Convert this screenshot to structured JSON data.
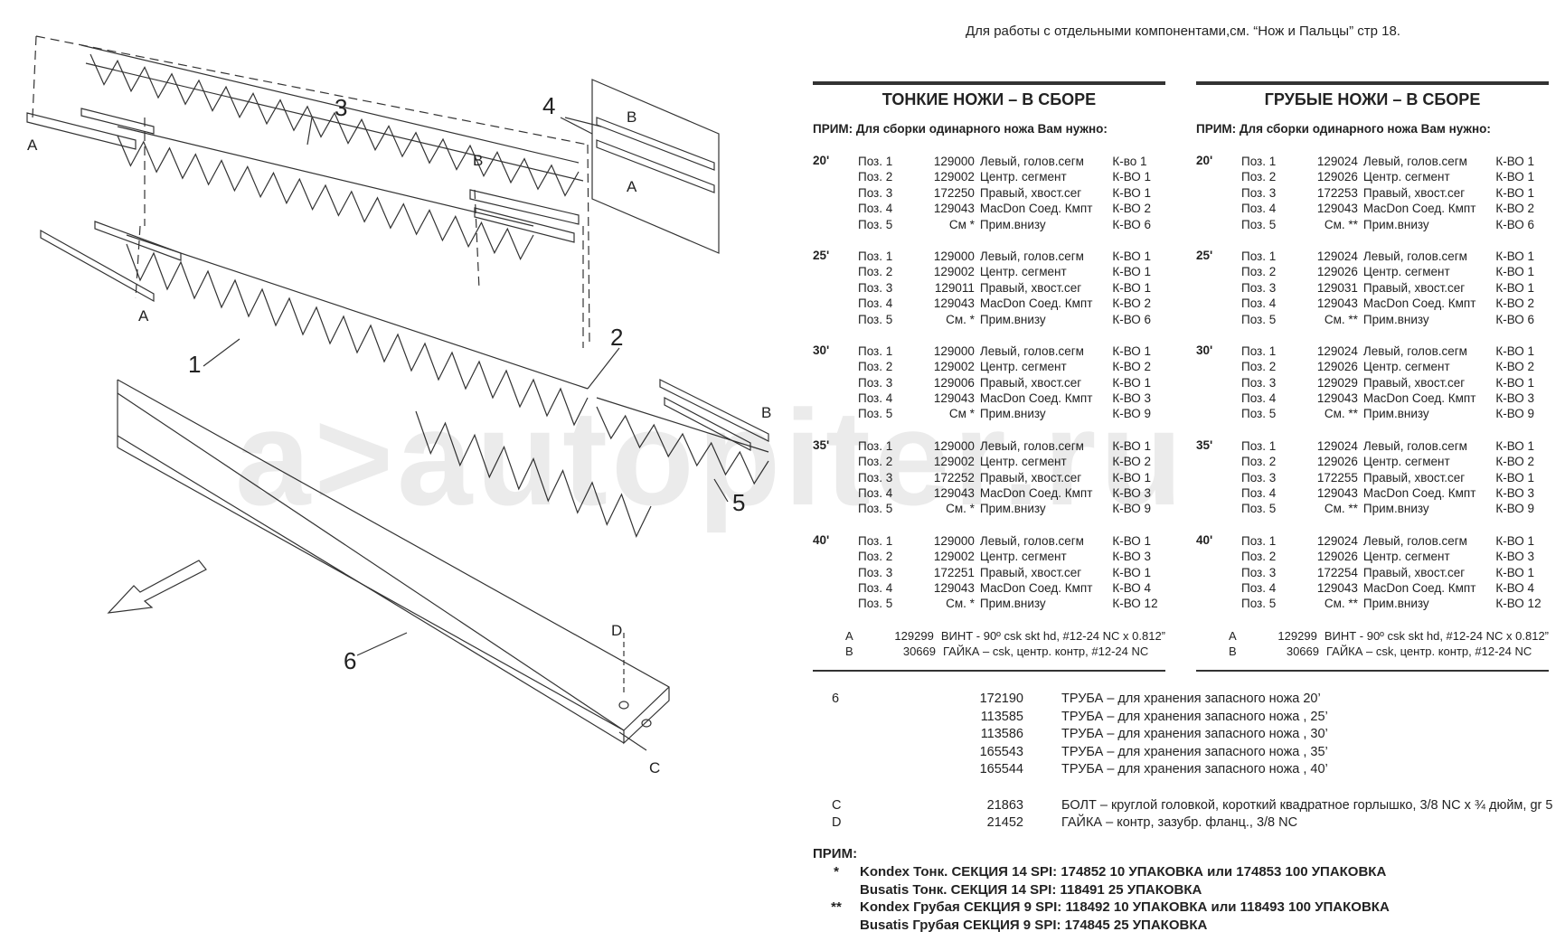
{
  "header_note": "Для работы с отдельными компонентами,см. “Нож и Пальцы” стр 18.",
  "diagram": {
    "callouts": [
      "1",
      "2",
      "3",
      "4",
      "5",
      "6"
    ],
    "letters": {
      "a": "A",
      "b": "B",
      "c": "C",
      "d": "D"
    }
  },
  "watermark": "a>autopiter.ru",
  "left_panel": {
    "title": "ТОНКИЕ НОЖИ – В СБОРЕ",
    "note": "ПРИМ: Для сборки одинарного ножа Вам нужно:",
    "groups": [
      {
        "size": "20'",
        "rows": [
          {
            "pos": "Поз. 1",
            "part": "129000",
            "desc": "Левый, голов.сегм",
            "qty": "К-во  1"
          },
          {
            "pos": "Поз. 2",
            "part": "129002",
            "desc": "Центр. сегмент",
            "qty": "К-ВО 1"
          },
          {
            "pos": "Поз. 3",
            "part": "172250",
            "desc": "Правый, хвост.сег",
            "qty": "К-ВО 1"
          },
          {
            "pos": "Поз. 4",
            "part": "129043",
            "desc": "MacDon Соед. Кмпт",
            "qty": "К-ВО 2"
          },
          {
            "pos": "Поз. 5",
            "part": "См  *",
            "desc": "Прим.внизу",
            "qty": "К-ВО 6"
          }
        ]
      },
      {
        "size": "25'",
        "rows": [
          {
            "pos": "Поз. 1",
            "part": "129000",
            "desc": "Левый, голов.сегм",
            "qty": "К-ВО 1"
          },
          {
            "pos": "Поз. 2",
            "part": "129002",
            "desc": "Центр. сегмент",
            "qty": "К-ВО 1"
          },
          {
            "pos": "Поз. 3",
            "part": "129011",
            "desc": "Правый, хвост.сег",
            "qty": "К-ВО 1"
          },
          {
            "pos": "Поз. 4",
            "part": "129043",
            "desc": "MacDon Соед. Кмпт",
            "qty": "К-ВО 2"
          },
          {
            "pos": "Поз. 5",
            "part": "См.  *",
            "desc": "Прим.внизу",
            "qty": "К-ВО 6"
          }
        ]
      },
      {
        "size": "30'",
        "rows": [
          {
            "pos": "Поз. 1",
            "part": "129000",
            "desc": "Левый, голов.сегм",
            "qty": "К-ВО 1"
          },
          {
            "pos": "Поз. 2",
            "part": "129002",
            "desc": "Центр. сегмент",
            "qty": "К-ВО 2"
          },
          {
            "pos": "Поз. 3",
            "part": "129006",
            "desc": "Правый, хвост.сег",
            "qty": "К-ВО 1"
          },
          {
            "pos": "Поз. 4",
            "part": "129043",
            "desc": "MacDon Соед. Кмпт",
            "qty": "К-ВО 3"
          },
          {
            "pos": "Поз. 5",
            "part": "См  *",
            "desc": "Прим.внизу",
            "qty": "К-ВО 9"
          }
        ]
      },
      {
        "size": "35'",
        "rows": [
          {
            "pos": "Поз. 1",
            "part": "129000",
            "desc": "Левый, голов.сегм",
            "qty": "К-ВО 1"
          },
          {
            "pos": "Поз. 2",
            "part": "129002",
            "desc": "Центр. сегмент",
            "qty": "К-ВО 2"
          },
          {
            "pos": "Поз. 3",
            "part": "172252",
            "desc": "Правый, хвост.сег",
            "qty": "К-ВО 1"
          },
          {
            "pos": "Поз. 4",
            "part": "129043",
            "desc": "MacDon Соед. Кмпт",
            "qty": "К-ВО 3"
          },
          {
            "pos": "Поз. 5",
            "part": "См.  *",
            "desc": "Прим.внизу",
            "qty": "К-ВО 9"
          }
        ]
      },
      {
        "size": "40'",
        "rows": [
          {
            "pos": "Поз. 1",
            "part": "129000",
            "desc": "Левый, голов.сегм",
            "qty": "К-ВО 1"
          },
          {
            "pos": "Поз. 2",
            "part": "129002",
            "desc": "Центр. сегмент",
            "qty": "К-ВО 3"
          },
          {
            "pos": "Поз. 3",
            "part": "172251",
            "desc": "Правый, хвост.сег",
            "qty": "К-ВО 1"
          },
          {
            "pos": "Поз. 4",
            "part": "129043",
            "desc": "MacDon Соед. Кмпт",
            "qty": "К-ВО 4"
          },
          {
            "pos": "Поз. 5",
            "part": "См.  *",
            "desc": "Прим.внизу",
            "qty": "К-ВО 12"
          }
        ]
      }
    ],
    "hardware": [
      {
        "letter": "A",
        "part": "129299",
        "desc": "ВИНТ - 90º csk skt hd, #12-24 NC x 0.812”"
      },
      {
        "letter": "B",
        "part": "30669",
        "desc": "ГАЙКА – csk, центр. контр, #12-24 NC"
      }
    ]
  },
  "right_panel": {
    "title": "ГРУБЫЕ НОЖИ – В СБОРЕ",
    "note": "ПРИМ: Для сборки одинарного ножа Вам нужно:",
    "groups": [
      {
        "size": "20'",
        "rows": [
          {
            "pos": "Поз. 1",
            "part": "129024",
            "desc": "Левый, голов.сегм",
            "qty": "К-ВО 1"
          },
          {
            "pos": "Поз. 2",
            "part": "129026",
            "desc": "Центр. сегмент",
            "qty": "К-ВО 1"
          },
          {
            "pos": "Поз. 3",
            "part": "172253",
            "desc": "Правый, хвост.сег",
            "qty": "К-ВО 1"
          },
          {
            "pos": "Поз. 4",
            "part": "129043",
            "desc": "MacDon Соед. Кмпт",
            "qty": "К-ВО 2"
          },
          {
            "pos": "Поз. 5",
            "part": "См.  **",
            "desc": "Прим.внизу",
            "qty": "К-ВО 6"
          }
        ]
      },
      {
        "size": "25'",
        "rows": [
          {
            "pos": "Поз. 1",
            "part": "129024",
            "desc": "Левый, голов.сегм",
            "qty": "К-ВО 1"
          },
          {
            "pos": "Поз. 2",
            "part": "129026",
            "desc": "Центр. сегмент",
            "qty": "К-ВО 1"
          },
          {
            "pos": "Поз. 3",
            "part": "129031",
            "desc": "Правый, хвост.сег",
            "qty": "К-ВО 1"
          },
          {
            "pos": "Поз. 4",
            "part": "129043",
            "desc": "MacDon Соед. Кмпт",
            "qty": "К-ВО 2"
          },
          {
            "pos": "Поз. 5",
            "part": "См.  **",
            "desc": "Прим.внизу",
            "qty": "К-ВО 6"
          }
        ]
      },
      {
        "size": "30'",
        "rows": [
          {
            "pos": "Поз. 1",
            "part": "129024",
            "desc": "Левый, голов.сегм",
            "qty": "К-ВО 1"
          },
          {
            "pos": "Поз. 2",
            "part": "129026",
            "desc": "Центр. сегмент",
            "qty": "К-ВО 2"
          },
          {
            "pos": "Поз. 3",
            "part": "129029",
            "desc": "Правый, хвост.сег",
            "qty": "К-ВО 1"
          },
          {
            "pos": "Поз. 4",
            "part": "129043",
            "desc": "MacDon Соед. Кмпт",
            "qty": "К-ВО 3"
          },
          {
            "pos": "Поз. 5",
            "part": "См.  **",
            "desc": "Прим.внизу",
            "qty": "К-ВО 9"
          }
        ]
      },
      {
        "size": "35'",
        "rows": [
          {
            "pos": "Поз. 1",
            "part": "129024",
            "desc": "Левый, голов.сегм",
            "qty": "К-ВО 1"
          },
          {
            "pos": "Поз. 2",
            "part": "129026",
            "desc": "Центр. сегмент",
            "qty": "К-ВО 2"
          },
          {
            "pos": "Поз. 3",
            "part": "172255",
            "desc": "Правый, хвост.сег",
            "qty": "К-ВО 1"
          },
          {
            "pos": "Поз. 4",
            "part": "129043",
            "desc": "MacDon Соед. Кмпт",
            "qty": "К-ВО 3"
          },
          {
            "pos": "Поз. 5",
            "part": "См.  **",
            "desc": "Прим.внизу",
            "qty": "К-ВО 9"
          }
        ]
      },
      {
        "size": "40'",
        "rows": [
          {
            "pos": "Поз. 1",
            "part": "129024",
            "desc": "Левый, голов.сегм",
            "qty": "К-ВО 1"
          },
          {
            "pos": "Поз. 2",
            "part": "129026",
            "desc": "Центр. сегмент",
            "qty": "К-ВО 3"
          },
          {
            "pos": "Поз. 3",
            "part": "172254",
            "desc": "Правый, хвост.сег",
            "qty": "К-ВО 1"
          },
          {
            "pos": "Поз. 4",
            "part": "129043",
            "desc": "MacDon Соед. Кмпт",
            "qty": "К-ВО 4"
          },
          {
            "pos": "Поз. 5",
            "part": "См.  **",
            "desc": "Прим.внизу",
            "qty": "К-ВО 12"
          }
        ]
      }
    ],
    "hardware": [
      {
        "letter": "A",
        "part": "129299",
        "desc": "ВИНТ - 90º csk skt hd, #12-24 NC x 0.812”"
      },
      {
        "letter": "B",
        "part": "30669",
        "desc": "ГАЙКА – csk, центр. контр, #12-24 NC"
      }
    ]
  },
  "parts_list": [
    {
      "item": "6",
      "part": "172190",
      "desc": "ТРУБА – для хранения запасного ножа 20’"
    },
    {
      "item": "",
      "part": "113585",
      "desc": "ТРУБА –  для хранения запасного ножа , 25’"
    },
    {
      "item": "",
      "part": "113586",
      "desc": "ТРУБА –  для хранения запасного ножа , 30’"
    },
    {
      "item": "",
      "part": "165543",
      "desc": "ТРУБА –  для хранения запасного ножа , 35’"
    },
    {
      "item": "",
      "part": "165544",
      "desc": "ТРУБА –  для хранения запасного ножа , 40’"
    },
    {
      "item": "C",
      "part": "21863",
      "desc": "БОЛТ – круглой головкой, короткий квадратное горлышко, 3/8 NC x ¾ дюйм, gr 5"
    },
    {
      "item": "D",
      "part": "21452",
      "desc": "ГАЙКА – контр, зазубр. фланц., 3/8 NC"
    }
  ],
  "notes": {
    "title": "ПРИМ:",
    "lines": [
      {
        "mark": "*",
        "text": "Kondex Тонк.  СЕКЦИЯ 14 SPI: 174852 10 УПАКОВКА или 174853 100 УПАКОВКА"
      },
      {
        "mark": "",
        "text": "Busatis  Тонк.   СЕКЦИЯ 14 SPI: 118491 25 УПАКОВКА"
      },
      {
        "mark": "**",
        "text": "Kondex Грубая СЕКЦИЯ 9 SPI: 118492 10 УПАКОВКА или 118493 100 УПАКОВКА"
      },
      {
        "mark": "",
        "text": "Busatis  Грубая  СЕКЦИЯ 9 SPI: 174845 25 УПАКОВКА"
      }
    ]
  }
}
